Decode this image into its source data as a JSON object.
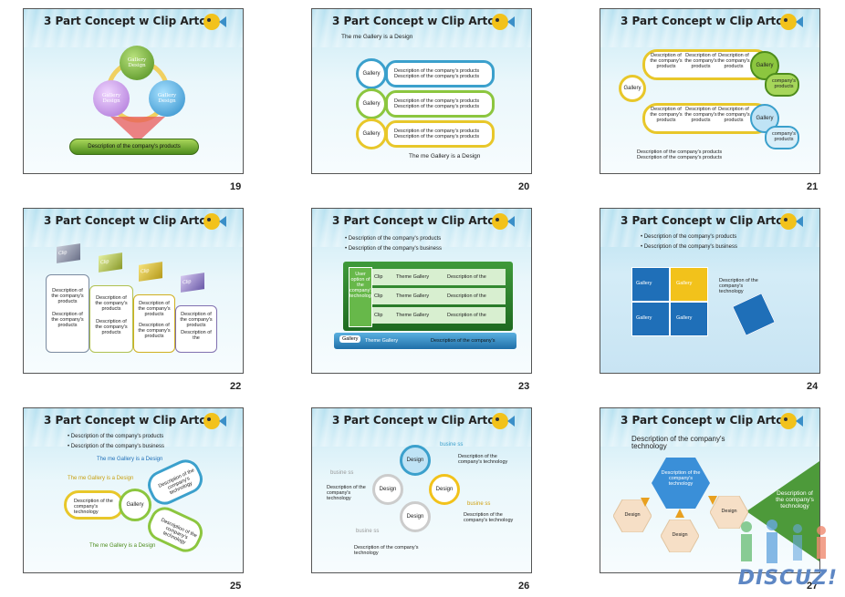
{
  "slide_title": "3 Part Concept w Clip Artc",
  "desc_company_product": "Description of the company's products",
  "desc_company_business": "Description of the company's business",
  "desc_company_tech": "Description of the company's technology",
  "theme_gallery_design": "The me Gallery is a Design",
  "gallery_design": "Gallery Design",
  "gallery": "Gallery",
  "clip": "Clip",
  "design": "Design",
  "business": "busine ss",
  "desc_short": "Description of the company's products",
  "desc_of_the": "Description of the",
  "desc_of_the_company": "Description of the company's",
  "theme_gallery": "Theme Gallery",
  "user_option_text": "User option of the company's technology",
  "company_products": "company's products",
  "watermark": "DISCUZ!",
  "slide_numbers": [
    "19",
    "20",
    "21",
    "22",
    "23",
    "24",
    "25",
    "26",
    "27"
  ],
  "s20_subtitle": "The me Gallery is a Design",
  "s20_footer": "The me Gallery is a Design",
  "s23_bullets": [
    "Description of the company's products",
    "Description of the company's business"
  ],
  "s24_bullets": [
    "Description of the company's products",
    "Description of the company's business"
  ],
  "s25_bullets": [
    "Description of the company's products",
    "Description of the company's business"
  ],
  "s27_heading": "Description of the company's technology"
}
